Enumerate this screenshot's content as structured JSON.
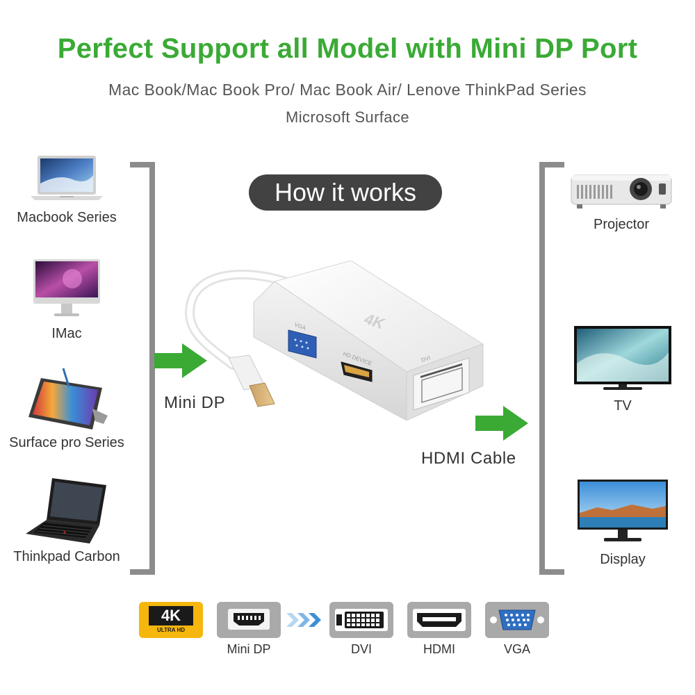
{
  "header": {
    "title": "Perfect Support all Model with Mini DP Port",
    "subtitle_line1": "Mac Book/Mac Book Pro/ Mac Book Air/ Lenove ThinkPad Series",
    "subtitle_line2": "Microsoft Surface"
  },
  "center": {
    "pill_label": "How it works",
    "input_label": "Mini DP",
    "output_label": "HDMI  Cable",
    "adapter_logo": "4K",
    "port_labels": [
      "VGA",
      "HD DEVICE",
      "DVI"
    ]
  },
  "sources": [
    {
      "label": "Macbook Series",
      "icon": "laptop-icon"
    },
    {
      "label": "IMac",
      "icon": "imac-icon"
    },
    {
      "label": "Surface pro Series",
      "icon": "tablet-icon"
    },
    {
      "label": "Thinkpad Carbon",
      "icon": "thinkpad-icon"
    }
  ],
  "outputs": [
    {
      "label": "Projector",
      "icon": "projector-icon"
    },
    {
      "label": "TV",
      "icon": "tv-icon"
    },
    {
      "label": "Display",
      "icon": "monitor-icon"
    }
  ],
  "formats": [
    {
      "label": "",
      "badge": "4K",
      "badge_sub": "ULTRA HD"
    },
    {
      "label": "Mini DP"
    },
    {
      "label": "DVI"
    },
    {
      "label": "HDMI"
    },
    {
      "label": "VGA"
    }
  ],
  "colors": {
    "accent_green": "#3aaa35",
    "bracket_gray": "#8c8c8c",
    "pill_dark": "#424242",
    "badge_yellow": "#f5b60d"
  }
}
